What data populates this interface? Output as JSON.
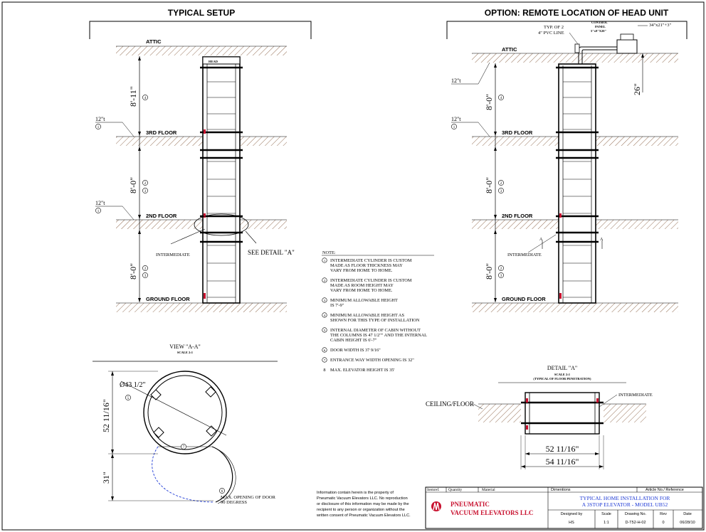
{
  "sheet": {
    "left_title": "TYPICAL SETUP",
    "right_title": "OPTION: REMOTE LOCATION OF HEAD UNIT"
  },
  "floors": {
    "attic": "ATTIC",
    "third": "3RD FLOOR",
    "second": "2ND FLOOR",
    "ground": "GROUND FLOOR"
  },
  "left_view": {
    "head_label": "HEAD",
    "dim_top": "8'-11\"",
    "dim_mid": "8'-0\"",
    "dim_bot": "8'-0\"",
    "thickness_1": "12\"t",
    "thickness_2": "12\"t",
    "intermediate": "INTERMEDIATE",
    "see_detail": "SEE DETAIL \"A\"",
    "callouts": {
      "top": "4",
      "mid_a": "2",
      "mid_b": "3",
      "bot_a": "2",
      "bot_b": "3",
      "th1": "1",
      "th2": "1"
    }
  },
  "right_view": {
    "pvc_1": "TYP. OF 2",
    "pvc_2": "4\" PVC LINE",
    "control_1": "CONTROL",
    "control_2": "PANEL",
    "control_3": "5\"x9\"X20\"",
    "box_dims": "34\"x21\"+3\"",
    "dim_26": "26\"",
    "thickness_1": "12\"t",
    "thickness_2": "12\"t",
    "dim_top": "8'-0\"",
    "dim_mid": "8'-0\"",
    "dim_bot": "8'-0\"",
    "intermediate": "INTERMEDIATE",
    "section_mark": "A",
    "callouts": {
      "top": "4",
      "mid_a": "2",
      "mid_b": "3",
      "bot_a": "2",
      "bot_b": "3",
      "th1": "1"
    }
  },
  "notes": {
    "heading": "NOTE:",
    "items": [
      {
        "num": "1",
        "lines": [
          "INTERMEDIATE CYLINDER IS CUSTOM",
          "MADE AS FLOOR THICKNESS MAY",
          "VARY FROM HOME TO HOME."
        ]
      },
      {
        "num": "2",
        "lines": [
          "INTERMEDIATE CYLINDER IS CUSTOM",
          "MADE AS ROOM HEIGHT MAY",
          "VARY FROM HOME TO HOME."
        ]
      },
      {
        "num": "3",
        "lines": [
          "MINIMUM ALLOWABLE HEIGHT",
          "IS 7'-9\""
        ]
      },
      {
        "num": "4",
        "lines": [
          "MINIMUM ALLOWABLE HEIGHT AS",
          "SHOWN FOR THIS TYPE OF INSTALLATION"
        ]
      },
      {
        "num": "5",
        "lines": [
          "INTERNAL DIAMETER OF CABIN WITHOUT",
          "THE COLUMNS IS 47 1/2\"\" AND THE INTERNAL",
          "CABIN HEIGHT IS 6'-7\""
        ]
      },
      {
        "num": "6",
        "lines": [
          "DOOR WIDTH IS 37 9/16\""
        ]
      },
      {
        "num": "7",
        "lines": [
          "ENTRANCE WAY WIDTH OPENING IS 32\""
        ]
      },
      {
        "num": "8",
        "lines": [
          "MAX. ELEVATOR HEIGHT IS 35'"
        ]
      }
    ]
  },
  "view_aa": {
    "title": "VIEW \"A-A\"",
    "scale": "SCALE 2:1",
    "diameter": "Ø43 1/2\"",
    "dim_vertical": "52 11/16\"",
    "dim_door": "31\"",
    "door_note_1": "MAX. OPENING OF DOOR",
    "door_note_2": "90 DEGRESS",
    "callout_5": "5",
    "callout_7": "7",
    "callout_6": "6"
  },
  "detail_a": {
    "title": "DETAIL \"A\"",
    "scale": "SCALE 2:1",
    "subtitle": "(TYPICAL OF FLOOR PENETRATION)",
    "ceiling": "CEILING/FLOOR",
    "intermediate": "INTERMEDIATE",
    "dim_inner": "52 11/16\"",
    "dim_outer": "54 11/16\""
  },
  "disclaimer": [
    "Information contain herein is the property of",
    "Pneumatic Vacuum Elevators LLC. No reproduction",
    "or disclosure of this information may be made by the",
    "recipient to any person or organization without the",
    "written consent of Pneumatic Vacuum Elevators LLC."
  ],
  "title_block": {
    "col_itemref": "Itemref.",
    "col_quantity": "Quantity",
    "col_material": "Material",
    "col_dimensions": "Dimentions",
    "col_article": "Article No./ Reference",
    "company_1": "PNEUMATIC",
    "company_2": "VACUUM ELEVATORS LLC",
    "title_1": "TYPICAL HOME INSTALLATION FOR",
    "title_2": "A 3STOP ELEVATOR - MODEL UB52",
    "designed_by_label": "Designed by",
    "designed_by": "HS",
    "scale_label": "Scale",
    "scale": "1:1",
    "drawing_label": "Drawing No.",
    "drawing": "D-T52-H-02",
    "rev_label": "Rev",
    "rev": "0",
    "date_label": "Date",
    "date": "06/28/10"
  },
  "colors": {
    "accent_red": "#c8102e",
    "accent_blue": "#1f3bd6"
  }
}
